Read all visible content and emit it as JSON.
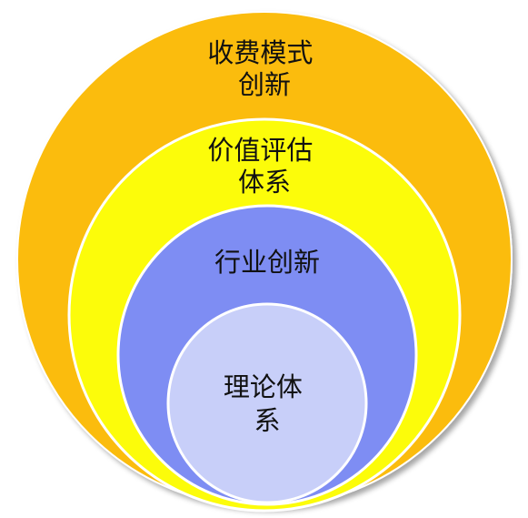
{
  "diagram": {
    "type": "nested-circles",
    "layers": [
      {
        "level": "outer",
        "lines": [
          "收费模式",
          "创新"
        ],
        "fill": "#FBBC08",
        "stroke": "#FFFFFF"
      },
      {
        "level": "second",
        "lines": [
          "价值评估",
          "体系"
        ],
        "fill": "#FCFC0A",
        "stroke": "#FFFFFF"
      },
      {
        "level": "third",
        "lines": [
          "行业创新"
        ],
        "fill": "#7E8DF3",
        "stroke": "#FFFFFF"
      },
      {
        "level": "core",
        "lines": [
          "理论体",
          "系"
        ],
        "fill": "#C8CFF9",
        "stroke": "#FFFFFF"
      }
    ]
  }
}
